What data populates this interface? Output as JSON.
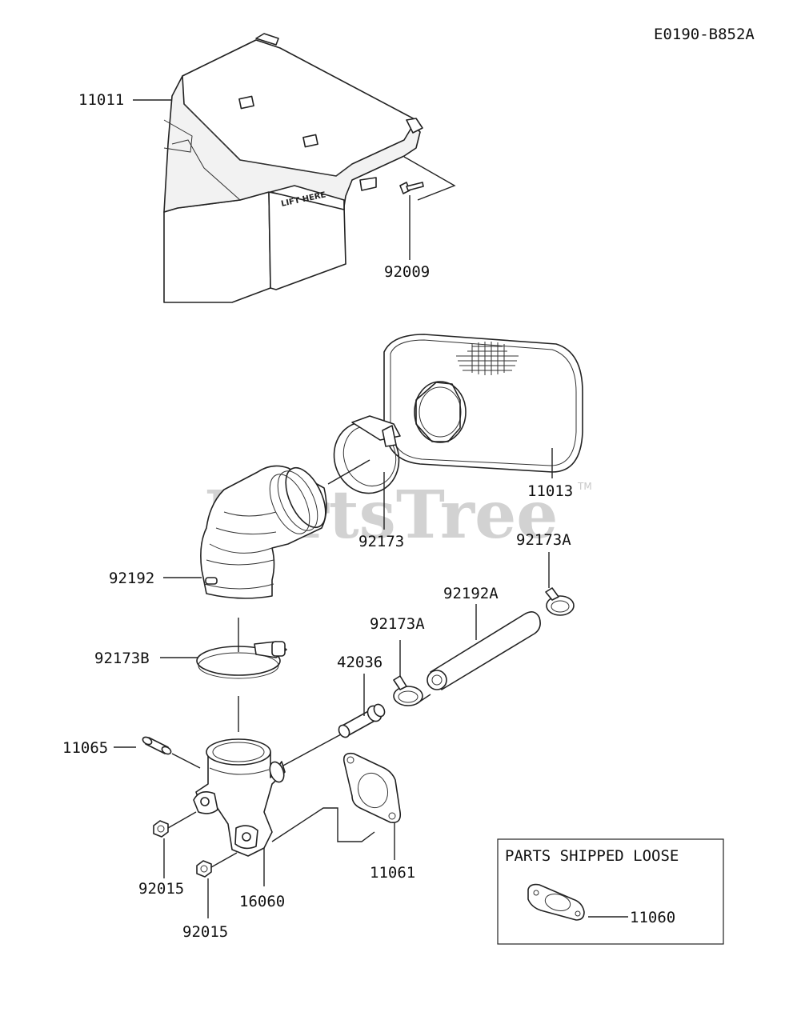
{
  "diagram_code": "E0190-B852A",
  "watermark": "PartsTree",
  "watermark_tm": "TM",
  "box_title": "PARTS SHIPPED LOOSE",
  "cover_decal": "LIFT HERE",
  "parts": {
    "p11011": "11011",
    "p92009": "92009",
    "p11013": "11013",
    "p92173": "92173",
    "p92173A_right": "92173A",
    "p92192": "92192",
    "p92192A": "92192A",
    "p92173A_left": "92173A",
    "p92173B": "92173B",
    "p42036": "42036",
    "p11065": "11065",
    "p11061": "11061",
    "p92015_a": "92015",
    "p16060": "16060",
    "p92015_b": "92015",
    "p11060": "11060"
  }
}
